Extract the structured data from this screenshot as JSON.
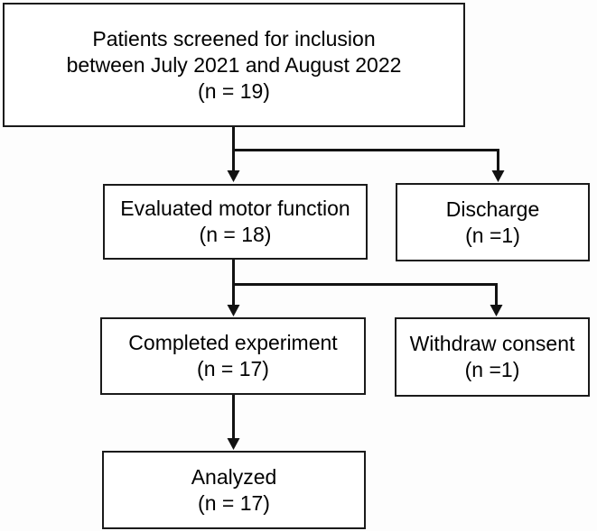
{
  "flowchart": {
    "boxes": [
      {
        "id": "screened",
        "lines": [
          "Patients screened for inclusion",
          "between July 2021 and August 2022",
          "(n = 19)"
        ]
      },
      {
        "id": "evaluated",
        "lines": [
          "Evaluated motor function",
          "(n = 18)"
        ]
      },
      {
        "id": "discharge",
        "lines": [
          "Discharge",
          "(n =1)"
        ]
      },
      {
        "id": "completed",
        "lines": [
          "Completed experiment",
          "(n = 17)"
        ]
      },
      {
        "id": "withdraw",
        "lines": [
          "Withdraw consent",
          "(n =1)"
        ]
      },
      {
        "id": "analyzed",
        "lines": [
          "Analyzed",
          "(n = 17)"
        ]
      }
    ],
    "colors": {
      "background": "#ffffff",
      "border": "#1a1a1a",
      "text": "#000000",
      "connector": "#121212"
    }
  }
}
